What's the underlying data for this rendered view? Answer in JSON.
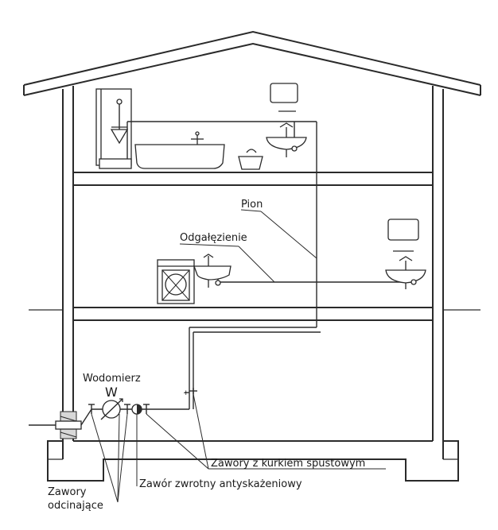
{
  "labels": {
    "pion": "Pion",
    "odgalezienie": "Odgałęzienie",
    "wodomierz": "Wodomierz",
    "w": "W",
    "zawory_z_kurkiem": "Zawory z kurkiem spustowym",
    "zawor_zwrotny": "Zawór zwrotny antyskażeniowy",
    "zawory": "Zawory",
    "odcinajace": "odcinające"
  }
}
